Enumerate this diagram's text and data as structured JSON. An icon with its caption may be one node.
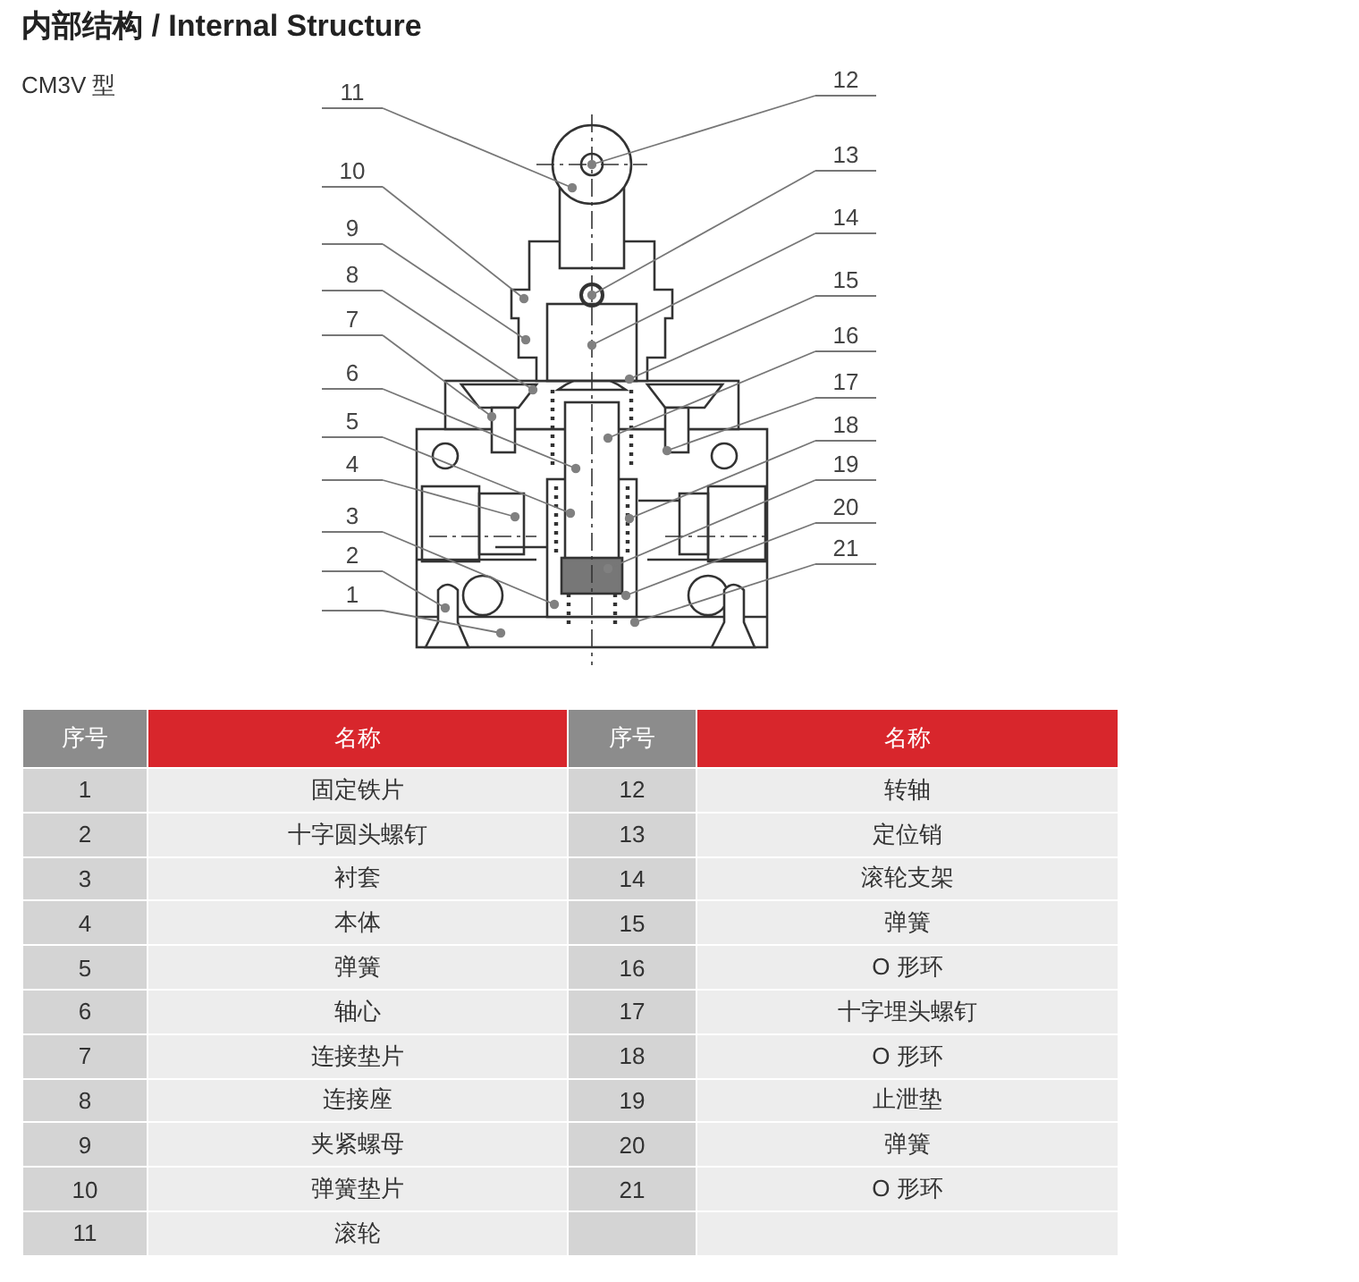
{
  "diagram": {
    "title": "内部结构 / Internal Structure",
    "nodes": [
      {
        "text": [
          "1"
        ]
      },
      {
        "text": [
          "2"
        ]
      },
      {
        "text": [
          "3"
        ]
      },
      {
        "text": [
          "4"
        ]
      },
      {
        "text": [
          "5"
        ]
      },
      {
        "text": [
          "6"
        ]
      },
      {
        "text": [
          "7"
        ]
      },
      {
        "text": [
          "8"
        ]
      },
      {
        "text": [
          "9"
        ]
      },
      {
        "text": [
          "10"
        ]
      },
      {
        "text": [
          "11"
        ]
      },
      {
        "text": [
          "12"
        ]
      },
      {
        "text": [
          "13"
        ]
      },
      {
        "text": [
          "14"
        ]
      },
      {
        "text": [
          "15"
        ]
      },
      {
        "text": [
          "16"
        ]
      },
      {
        "text": [
          "17"
        ]
      },
      {
        "text": [
          "18"
        ]
      },
      {
        "text": [
          "19"
        ]
      },
      {
        "text": [
          "20"
        ]
      },
      {
        "text": [
          "21"
        ]
      }
    ],
    "edges": [
      {
        "from": 0,
        "to": null,
        "arrow": "other"
      },
      {
        "from": 1,
        "to": null,
        "arrow": "other"
      },
      {
        "from": 2,
        "to": null,
        "arrow": "other"
      },
      {
        "from": 3,
        "to": null,
        "arrow": "other"
      },
      {
        "from": 4,
        "to": null,
        "arrow": "other"
      },
      {
        "from": 5,
        "to": null,
        "arrow": "other"
      },
      {
        "from": 6,
        "to": null,
        "arrow": "other"
      },
      {
        "from": 7,
        "to": null,
        "arrow": "other"
      },
      {
        "from": 8,
        "to": null,
        "arrow": "other"
      },
      {
        "from": 9,
        "to": null,
        "arrow": "other"
      },
      {
        "from": 10,
        "to": null,
        "arrow": "other"
      },
      {
        "from": 11,
        "to": null,
        "arrow": "other"
      },
      {
        "from": 12,
        "to": null,
        "arrow": "other"
      },
      {
        "from": 13,
        "to": null,
        "arrow": "other"
      },
      {
        "from": 14,
        "to": null,
        "arrow": "other"
      },
      {
        "from": 15,
        "to": null,
        "arrow": "other"
      },
      {
        "from": 16,
        "to": null,
        "arrow": "other"
      },
      {
        "from": 17,
        "to": null,
        "arrow": "other"
      },
      {
        "from": 18,
        "to": null,
        "arrow": "other"
      },
      {
        "from": 19,
        "to": null,
        "arrow": "other"
      },
      {
        "from": 20,
        "to": null,
        "arrow": "other"
      }
    ],
    "labels": [
      "CM3V 型",
      "序号",
      "名称",
      "序号",
      "名称",
      "1",
      "固定铁片",
      "12",
      "转轴",
      "2",
      "十字圆头螺钉",
      "13",
      "定位销",
      "3",
      "衬套",
      "14",
      "滚轮支架",
      "4",
      "本体",
      "15",
      "弹簧",
      "5",
      "弹簧",
      "16",
      "O 形环",
      "6",
      "轴心",
      "17",
      "十字埋头螺钉",
      "7",
      "连接垫片",
      "18",
      "O 形环",
      "8",
      "连接座",
      "19",
      "止泄垫",
      "9",
      "夹紧螺母",
      "20",
      "弹簧",
      "10",
      "弹簧垫片",
      "21",
      "O 形环",
      "11",
      "滚轮"
    ]
  }
}
